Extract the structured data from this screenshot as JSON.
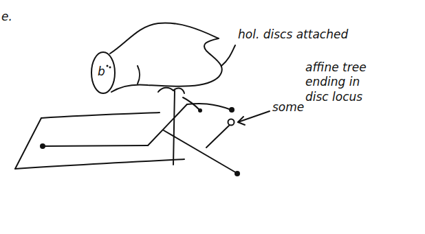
{
  "diagram": {
    "labels": [
      "e.",
      "b",
      "hol. discs attached",
      "some",
      "affine tree ending in disc locus"
    ]
  }
}
